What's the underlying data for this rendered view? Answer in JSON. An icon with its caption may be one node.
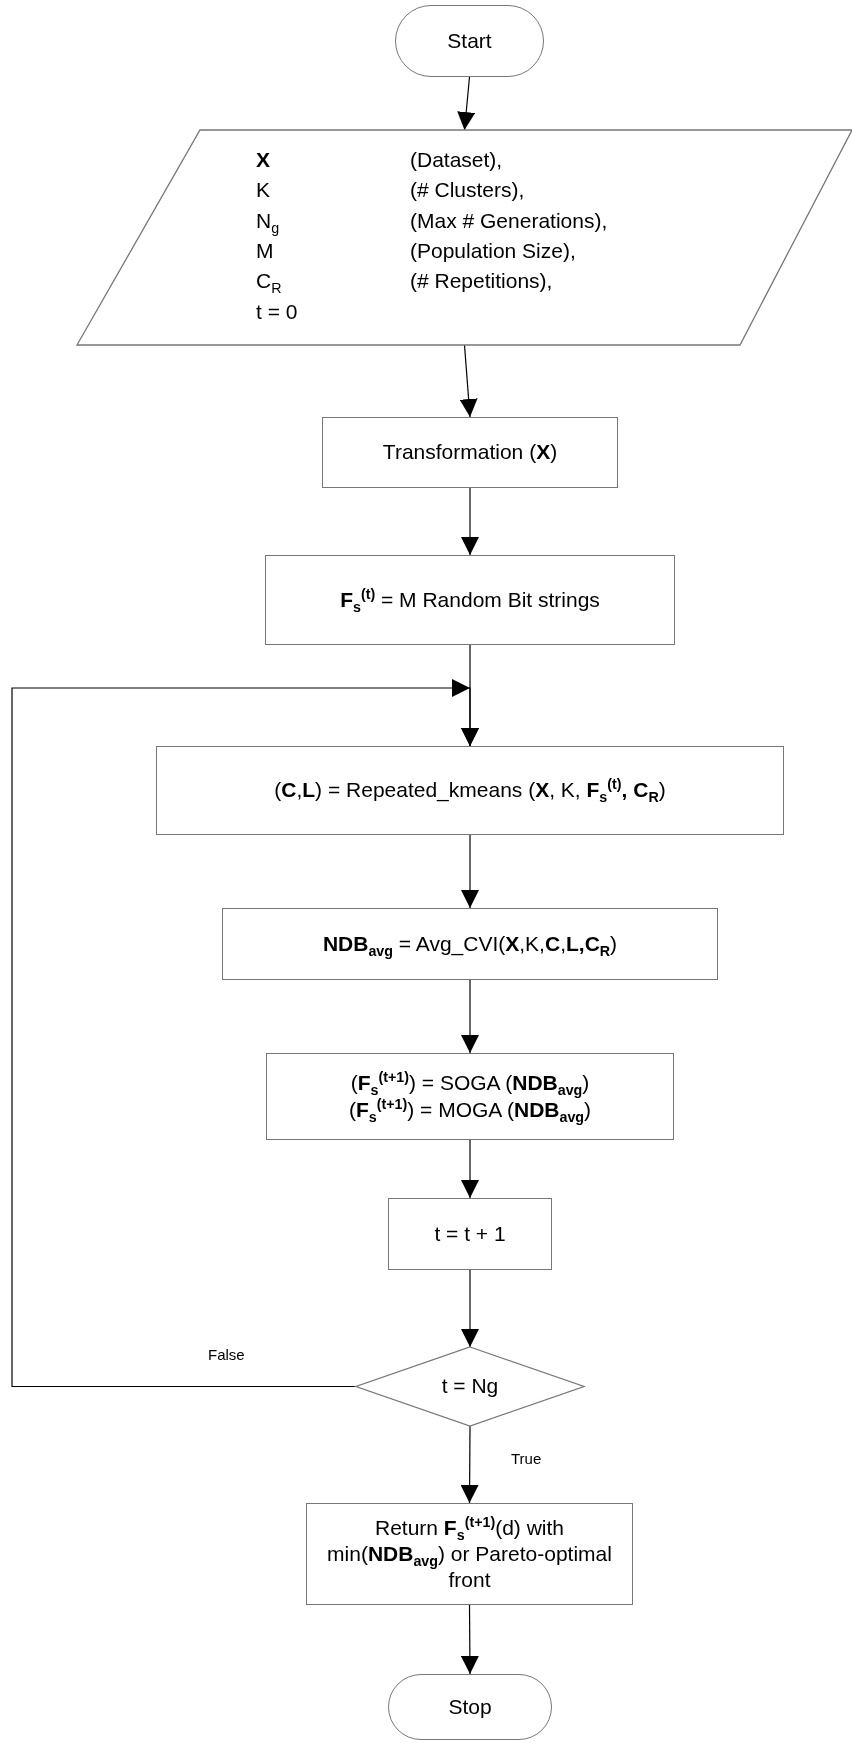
{
  "diagram": {
    "nodes": [
      {
        "text": [
          "Start"
        ]
      },
      {
        "text": [
          "X",
          "(Dataset),",
          "K",
          "(# Clusters),",
          "N$_{g}$",
          "(Max # Generations),",
          "M",
          "(Population Size),",
          "C$_{R}$",
          "(# Repetitions),",
          "t = 0"
        ]
      },
      {
        "text": [
          "Transformation (**X**)"
        ]
      },
      {
        "text": [
          "**F$_{s}$$^{(t)}$** = M Random Bit strings"
        ]
      },
      {
        "text": [
          "(**C**,**L**) = Repeated_kmeans (**X**, K, **F$_{s}$$^{(t)}$, C$_{R}$**)"
        ]
      },
      {
        "text": [
          "**NDB$_{avg}$** = Avg_CVI(**X**,K,**C**,**L,C$_{R}$**)"
        ]
      },
      {
        "text": [
          "(**F$_{s}$$^{(t+1)}$**) = SOGA (**NDB$_{avg}$**)",
          "(**F$_{s}$$^{(t+1)}$**) = MOGA (**NDB$_{avg}$**)"
        ]
      },
      {
        "text": [
          "t = t + 1"
        ]
      },
      {
        "text": [
          "t = Ng"
        ]
      },
      {
        "text": [
          "Return **F$_{s}$$^{(t+1)}$**(d) with min(**NDB$_{avg}$**) or Pareto-optimal front"
        ]
      },
      {
        "text": [
          "Stop"
        ]
      }
    ],
    "edges": [
      {
        "from": 0,
        "to": 1,
        "arrow": "to"
      },
      {
        "from": 1,
        "to": 2,
        "arrow": "to"
      },
      {
        "from": 2,
        "to": 3,
        "arrow": "to"
      },
      {
        "from": 3,
        "to": 4,
        "arrow": "to"
      },
      {
        "from": 4,
        "to": 5,
        "arrow": "to"
      },
      {
        "from": 5,
        "to": 6,
        "arrow": "to"
      },
      {
        "from": 6,
        "to": 7,
        "arrow": "to"
      },
      {
        "from": 7,
        "to": 8,
        "arrow": "to"
      },
      {
        "from": 8,
        "to": 4,
        "arrow": "to",
        "label": "False"
      },
      {
        "from": 8,
        "to": 9,
        "arrow": "to",
        "label": "True"
      },
      {
        "from": 9,
        "to": 10,
        "arrow": "to"
      }
    ]
  }
}
